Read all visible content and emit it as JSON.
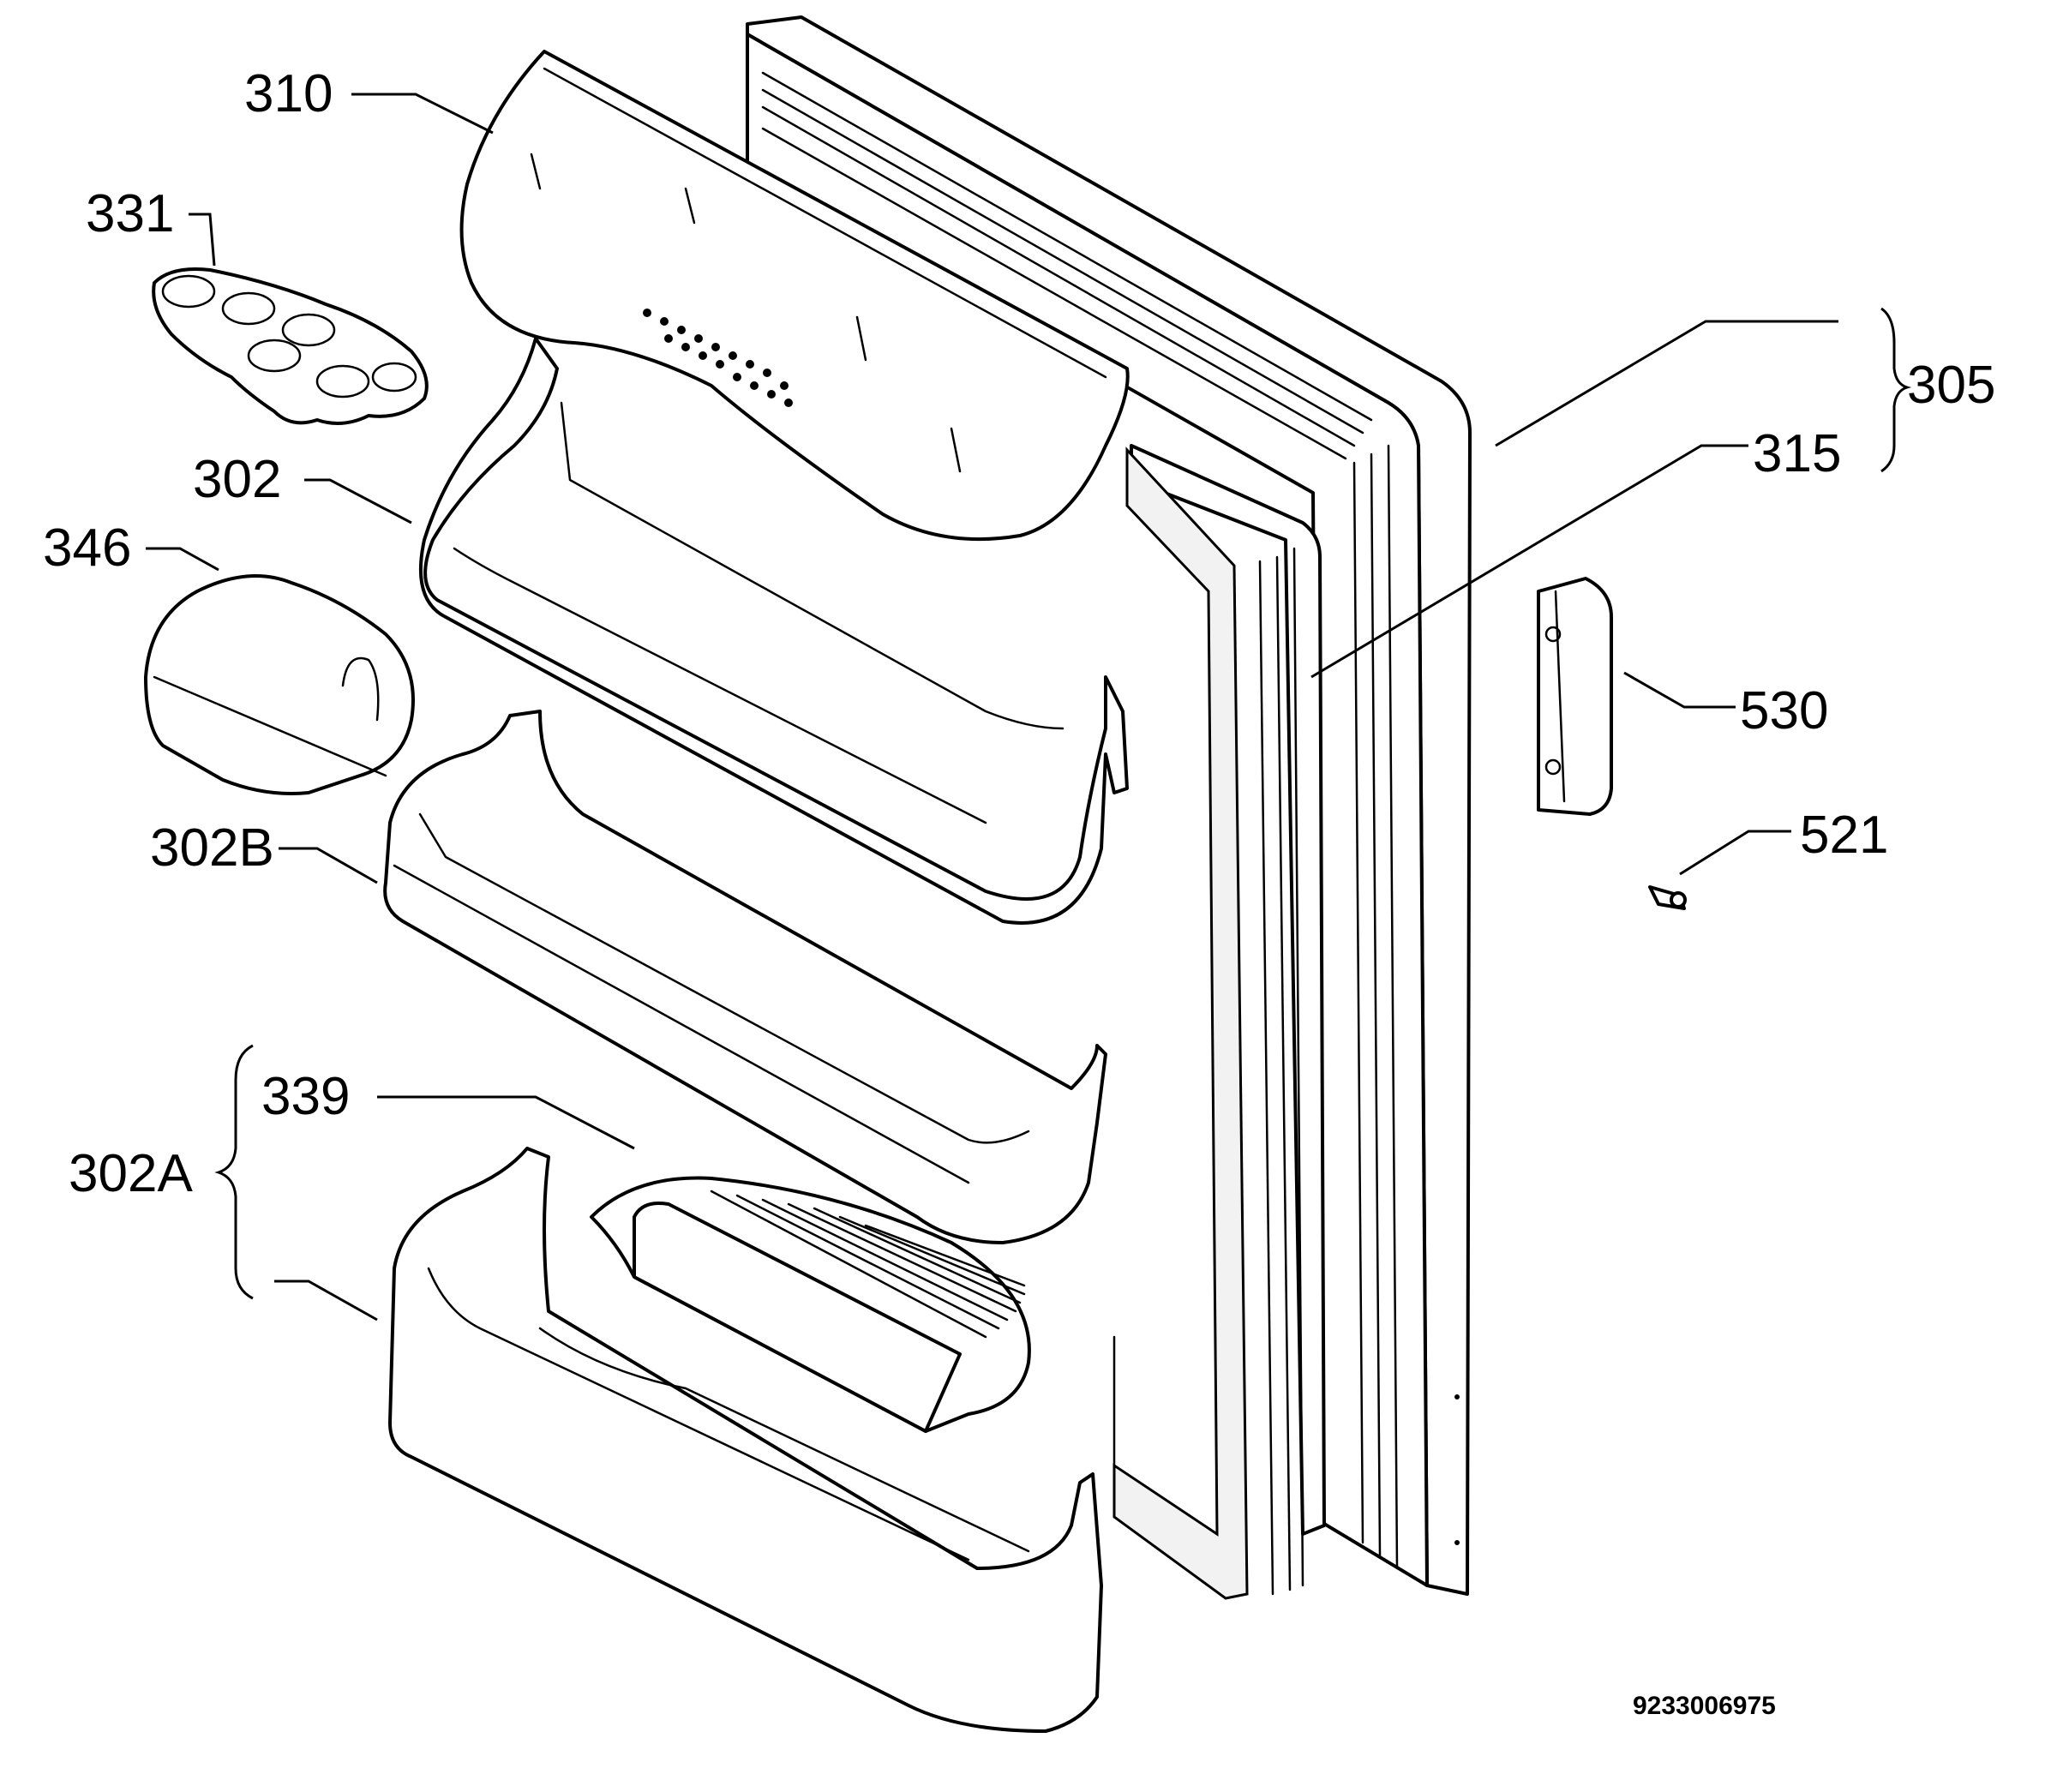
{
  "labels": {
    "l310": "310",
    "l331": "331",
    "l302": "302",
    "l346": "346",
    "l302b": "302B",
    "l339": "339",
    "l302a": "302A",
    "l305": "305",
    "l315": "315",
    "l530": "530",
    "l521": "521"
  },
  "doc_number": "9233006975"
}
